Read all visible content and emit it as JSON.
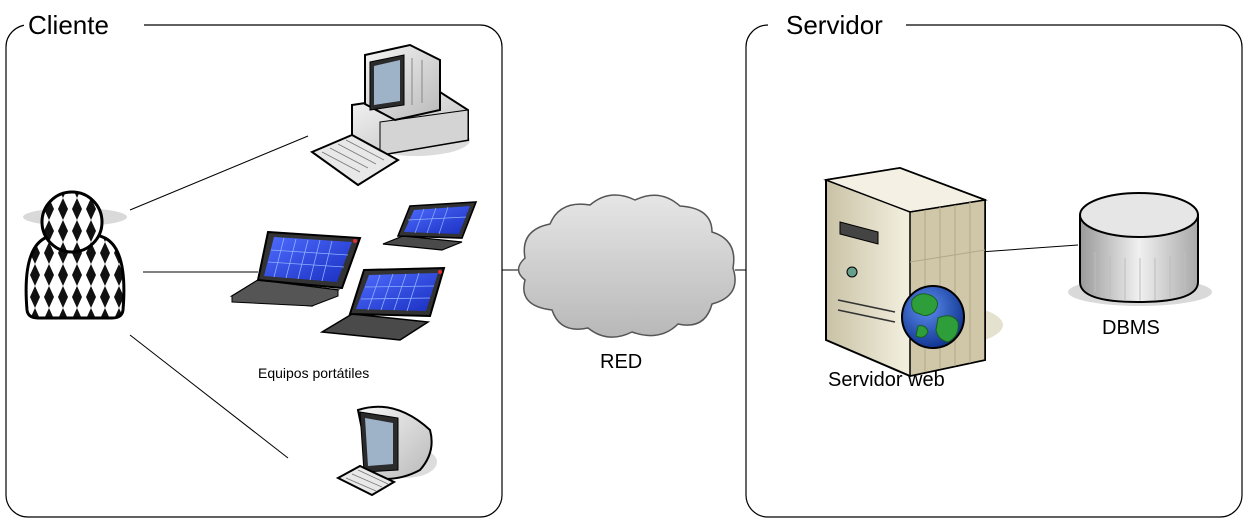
{
  "groups": {
    "client_title": "Cliente",
    "server_title": "Servidor"
  },
  "labels": {
    "laptops": "Equipos portátiles",
    "network": "RED",
    "web_server": "Servidor web",
    "dbms": "DBMS"
  },
  "icons": {
    "user": "user-icon",
    "desktop": "desktop-computer-icon",
    "laptop": "laptop-icon",
    "imac": "imac-computer-icon",
    "cloud": "network-cloud-icon",
    "server": "server-tower-icon",
    "globe": "globe-icon",
    "database": "database-icon"
  },
  "colors": {
    "screen_blue": "#1f3fd8",
    "cloud_gray": "#cfcfcf",
    "server_beige": "#e8e2cc",
    "globe_blue": "#1b4fb4",
    "globe_green": "#2e9e3a"
  }
}
